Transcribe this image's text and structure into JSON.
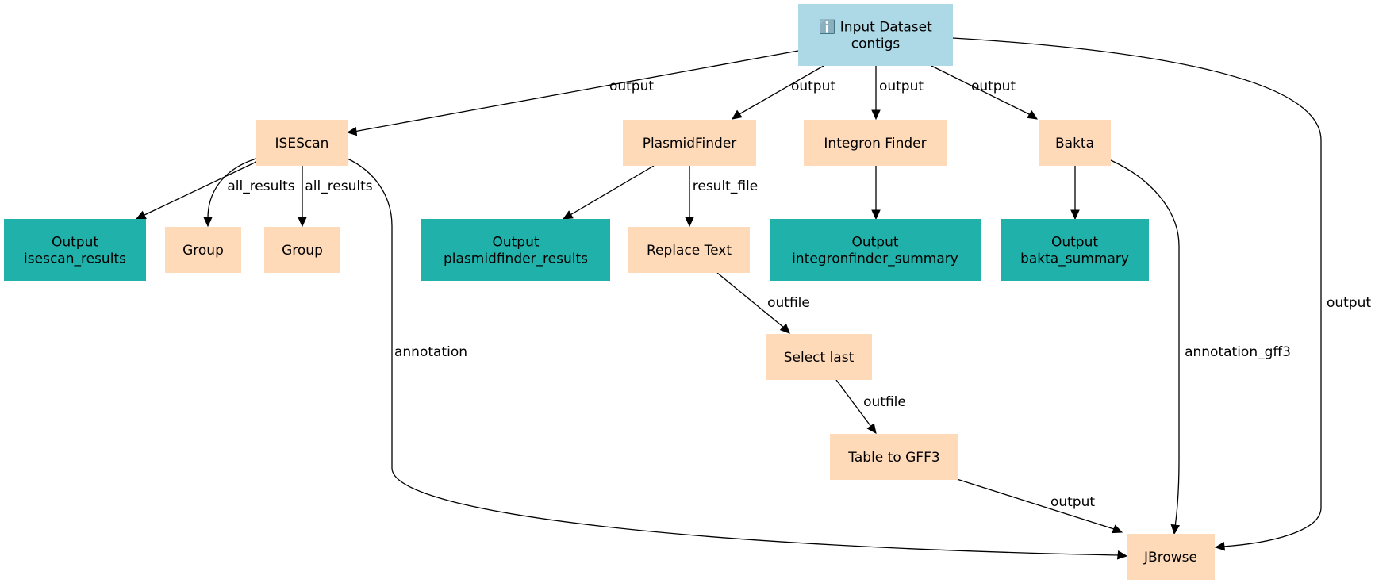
{
  "colors": {
    "input": "#add8e6",
    "tool": "#ffdab9",
    "output": "#20b2aa",
    "edge": "#000000"
  },
  "nodes": [
    {
      "id": "input",
      "kind": "input",
      "icon": "info-icon",
      "icon_glyph": "ℹ️",
      "lines": [
        "Input Dataset",
        "contigs"
      ]
    },
    {
      "id": "isescan",
      "kind": "tool",
      "lines": [
        "ISEScan"
      ]
    },
    {
      "id": "plasmidfinder",
      "kind": "tool",
      "lines": [
        "PlasmidFinder"
      ]
    },
    {
      "id": "integron",
      "kind": "tool",
      "lines": [
        "Integron Finder"
      ]
    },
    {
      "id": "bakta",
      "kind": "tool",
      "lines": [
        "Bakta"
      ]
    },
    {
      "id": "out_isescan",
      "kind": "output",
      "lines": [
        "Output",
        "isescan_results"
      ]
    },
    {
      "id": "group1",
      "kind": "tool",
      "lines": [
        "Group"
      ]
    },
    {
      "id": "group2",
      "kind": "tool",
      "lines": [
        "Group"
      ]
    },
    {
      "id": "out_plasmid",
      "kind": "output",
      "lines": [
        "Output",
        "plasmidfinder_results"
      ]
    },
    {
      "id": "replace",
      "kind": "tool",
      "lines": [
        "Replace Text"
      ]
    },
    {
      "id": "out_integron",
      "kind": "output",
      "lines": [
        "Output",
        "integronfinder_summary"
      ]
    },
    {
      "id": "out_bakta",
      "kind": "output",
      "lines": [
        "Output",
        "bakta_summary"
      ]
    },
    {
      "id": "selectlast",
      "kind": "tool",
      "lines": [
        "Select last"
      ]
    },
    {
      "id": "table2gff",
      "kind": "tool",
      "lines": [
        "Table to GFF3"
      ]
    },
    {
      "id": "jbrowse",
      "kind": "tool",
      "lines": [
        "JBrowse"
      ]
    }
  ],
  "edges": [
    {
      "id": "e1",
      "from": "input",
      "to": "isescan",
      "label": "output"
    },
    {
      "id": "e2",
      "from": "input",
      "to": "plasmidfinder",
      "label": "output"
    },
    {
      "id": "e3",
      "from": "input",
      "to": "integron",
      "label": "output"
    },
    {
      "id": "e4",
      "from": "input",
      "to": "bakta",
      "label": "output"
    },
    {
      "id": "e5",
      "from": "input",
      "to": "jbrowse",
      "label": "output"
    },
    {
      "id": "e6",
      "from": "isescan",
      "to": "out_isescan",
      "label": ""
    },
    {
      "id": "e7",
      "from": "isescan",
      "to": "group1",
      "label": "all_results"
    },
    {
      "id": "e8",
      "from": "isescan",
      "to": "group2",
      "label": "all_results"
    },
    {
      "id": "e9",
      "from": "isescan",
      "to": "jbrowse",
      "label": "annotation"
    },
    {
      "id": "e10",
      "from": "plasmidfinder",
      "to": "out_plasmid",
      "label": ""
    },
    {
      "id": "e11",
      "from": "plasmidfinder",
      "to": "replace",
      "label": "result_file"
    },
    {
      "id": "e12",
      "from": "integron",
      "to": "out_integron",
      "label": ""
    },
    {
      "id": "e13",
      "from": "bakta",
      "to": "out_bakta",
      "label": ""
    },
    {
      "id": "e14",
      "from": "bakta",
      "to": "jbrowse",
      "label": "annotation_gff3"
    },
    {
      "id": "e15",
      "from": "replace",
      "to": "selectlast",
      "label": "outfile"
    },
    {
      "id": "e16",
      "from": "selectlast",
      "to": "table2gff",
      "label": "outfile"
    },
    {
      "id": "e17",
      "from": "table2gff",
      "to": "jbrowse",
      "label": "output"
    }
  ]
}
